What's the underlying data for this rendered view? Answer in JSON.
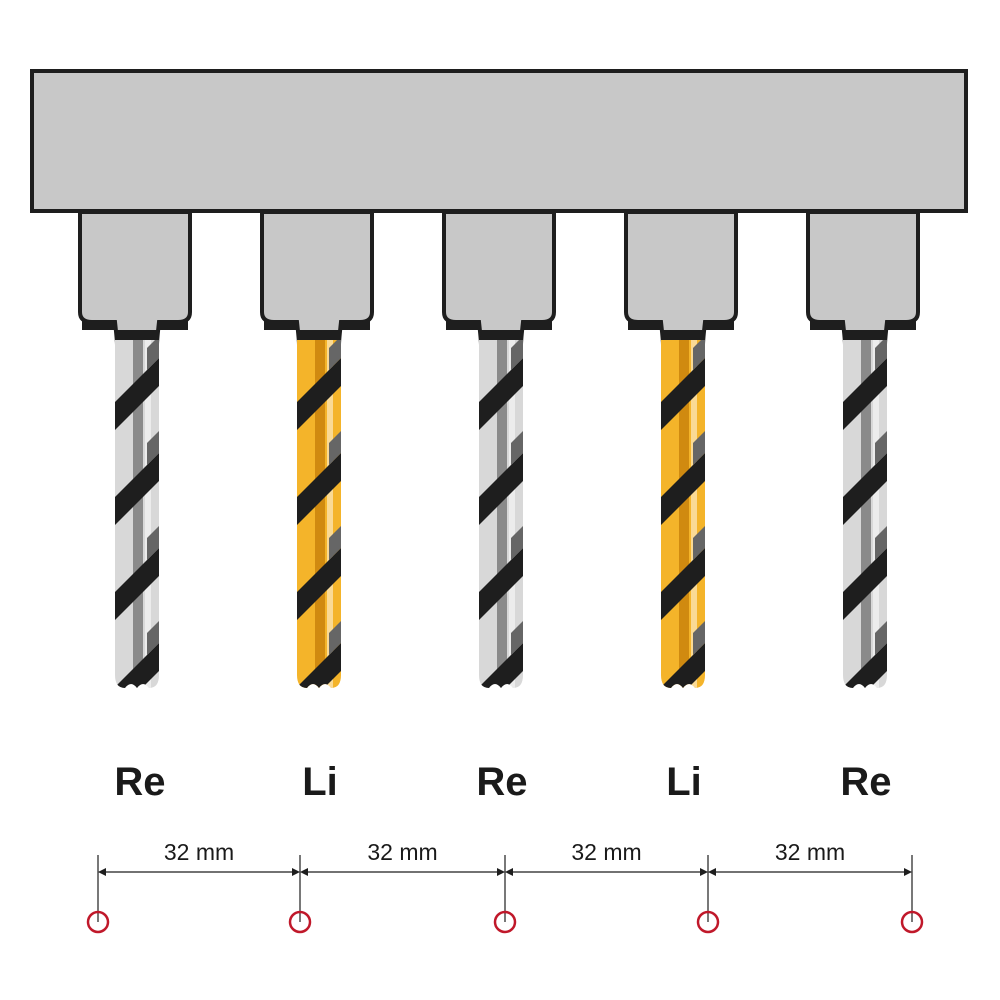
{
  "drills": [
    {
      "label": "Re",
      "type": "right",
      "color": "#9a9a9a"
    },
    {
      "label": "Li",
      "type": "left",
      "color": "#f0a818"
    },
    {
      "label": "Re",
      "type": "right",
      "color": "#9a9a9a"
    },
    {
      "label": "Li",
      "type": "left",
      "color": "#f0a818"
    },
    {
      "label": "Re",
      "type": "right",
      "color": "#9a9a9a"
    }
  ],
  "spacings": [
    "32 mm",
    "32 mm",
    "32 mm",
    "32 mm"
  ],
  "colors": {
    "head": "#c8c8c8",
    "outline": "#1e1e1e",
    "hole": "#c0182a",
    "flute": "#1e1e1e"
  }
}
